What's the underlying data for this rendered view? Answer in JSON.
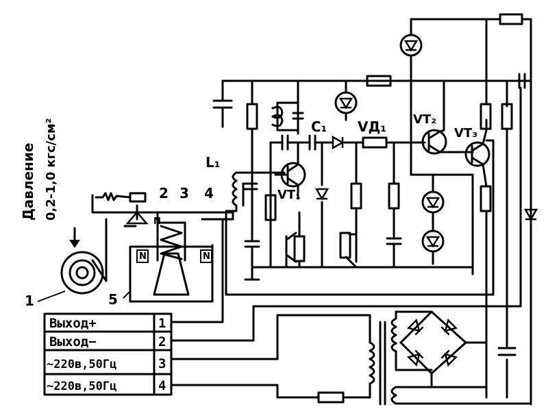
{
  "pressure": {
    "title": "Давление",
    "range": "0,2-1,0 кгс/см²"
  },
  "parts": {
    "p1": "1",
    "p2": "2",
    "p3": "3",
    "p4": "4",
    "p5": "5"
  },
  "components": {
    "L1": "L₁",
    "C1": "C₁",
    "VD1": "VД₁",
    "VT1": "VT₁",
    "VT2": "VT₂",
    "VT3": "VT₃"
  },
  "terminals": [
    {
      "label": "Выход+",
      "num": "1"
    },
    {
      "label": "Выход−",
      "num": "2"
    },
    {
      "label": "~220в,50Гц",
      "num": "3"
    },
    {
      "label": "~220в,50Гц",
      "num": "4"
    }
  ]
}
